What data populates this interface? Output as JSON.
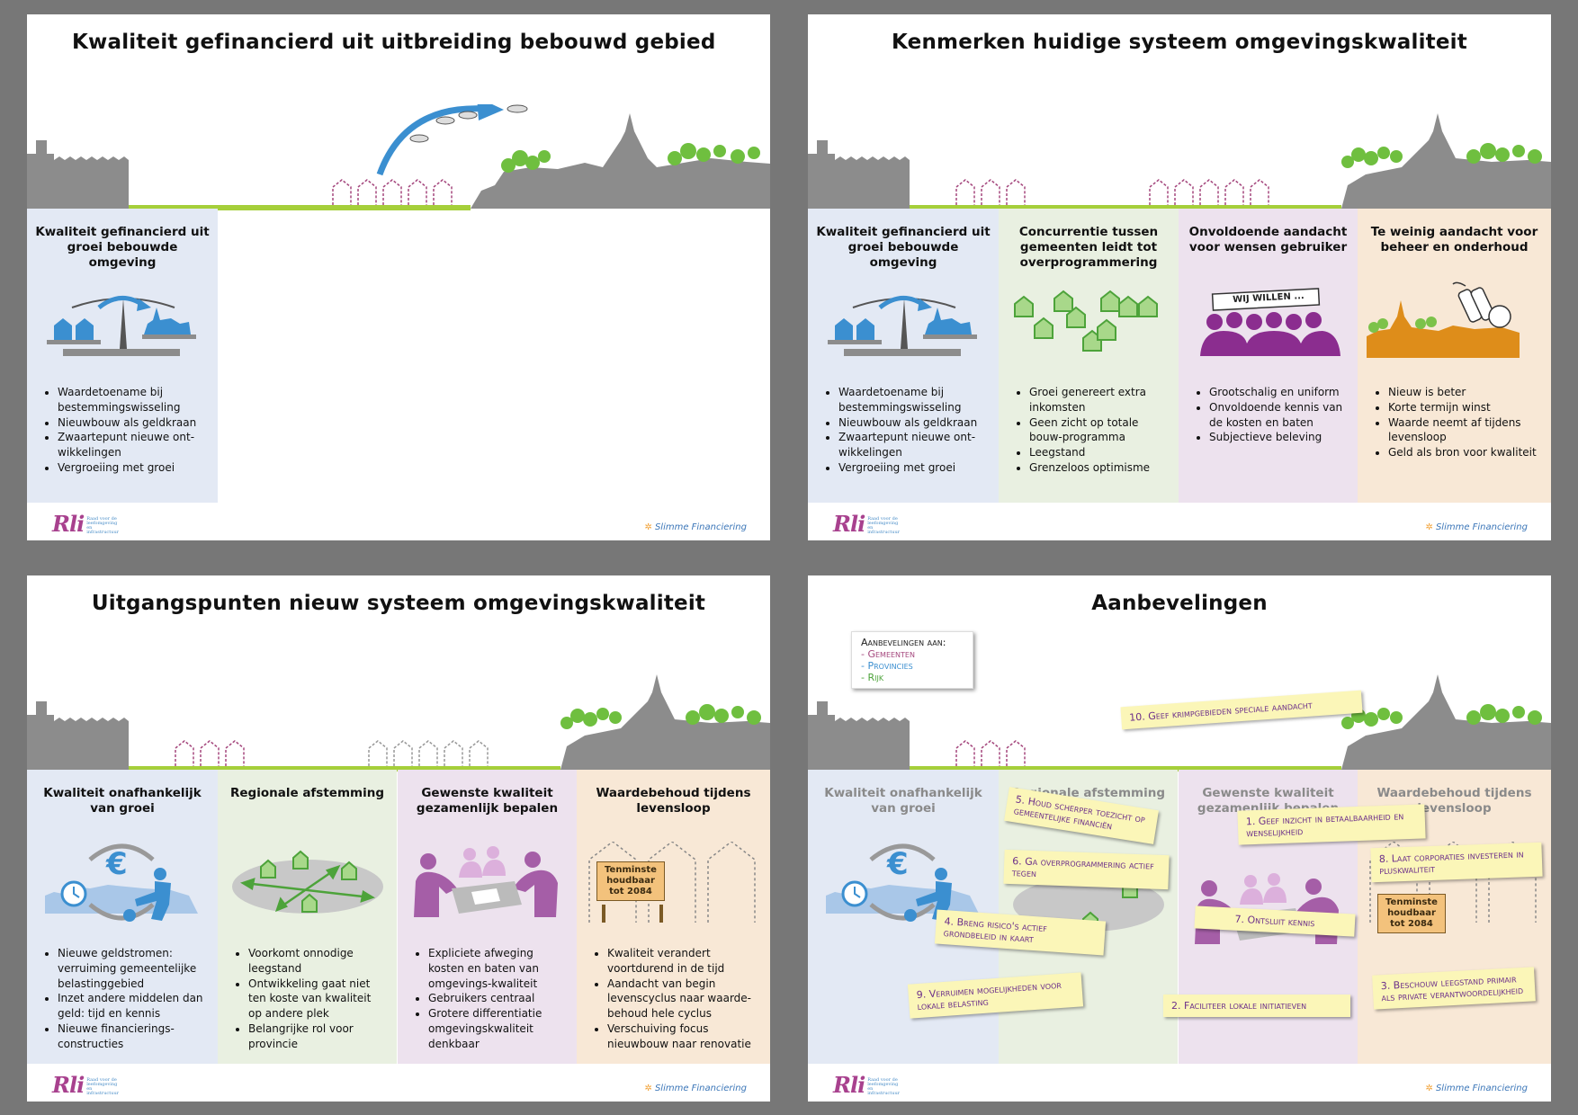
{
  "slides": [
    {
      "title": "Kwaliteit gefinancierd uit uitbreiding bebouwd gebied",
      "columns": [
        {
          "heading": "Kwaliteit gefinancierd uit groei bebouwde omgeving",
          "bullets": [
            "Waardetoename bij bestemmingswisseling",
            "Nieuwbouw als geldkraan",
            "Zwaartepunt nieuwe ont-wikkelingen",
            "Vergroeiing met groei"
          ]
        }
      ]
    },
    {
      "title": "Kenmerken huidige systeem omgevingskwaliteit",
      "columns": [
        {
          "heading": "Kwaliteit gefinancierd uit groei bebouwde omgeving",
          "bullets": [
            "Waardetoename bij bestemmingswisseling",
            "Nieuwbouw als geldkraan",
            "Zwaartepunt nieuwe ont-wikkelingen",
            "Vergroeiing met groei"
          ]
        },
        {
          "heading": "Concurrentie tussen gemeenten leidt tot overprogrammering",
          "bullets": [
            "Groei genereert extra inkomsten",
            "Geen zicht op totale bouw-programma",
            "Leegstand",
            "Grenzeloos optimisme"
          ]
        },
        {
          "heading": "Onvoldoende aandacht voor wensen gebruiker",
          "banner": "WIJ WILLEN ...",
          "bullets": [
            "Grootschalig en uniform",
            "Onvoldoende kennis van de kosten en baten",
            "Subjectieve beleving"
          ]
        },
        {
          "heading": "Te weinig aandacht voor beheer en onderhoud",
          "bullets": [
            "Nieuw is beter",
            "Korte termijn winst",
            "Waarde neemt af tijdens levensloop",
            "Geld als bron voor kwaliteit"
          ]
        }
      ]
    },
    {
      "title": "Uitgangspunten nieuw systeem omgevingskwaliteit",
      "columns": [
        {
          "heading": "Kwaliteit onafhankelijk van groei",
          "bullets": [
            "Nieuwe geldstromen: verruiming gemeentelijke belastinggebied",
            "Inzet andere middelen dan geld: tijd en kennis",
            "Nieuwe financierings-constructies"
          ]
        },
        {
          "heading": "Regionale afstemming",
          "bullets": [
            "Voorkomt onnodige leegstand",
            "Ontwikkeling gaat niet ten koste van kwaliteit op andere plek",
            "Belangrijke rol voor provincie"
          ]
        },
        {
          "heading": "Gewenste kwaliteit gezamenlijk bepalen",
          "bullets": [
            "Expliciete afweging kosten en baten van omgevings-kwaliteit",
            "Gebruikers centraal",
            "Grotere differentiatie omgevingskwaliteit denkbaar"
          ]
        },
        {
          "heading": "Waardebehoud tijdens levensloop",
          "sign": "Tenminste houdbaar tot 2084",
          "bullets": [
            "Kwaliteit verandert voortdurend in de tijd",
            "Aandacht van begin levenscyclus naar waarde-behoud hele cyclus",
            "Verschuiving focus nieuwbouw naar renovatie"
          ]
        }
      ]
    },
    {
      "title": "Aanbevelingen",
      "legend": {
        "title": "Aanbevelingen aan:",
        "items": [
          "- Gemeenten",
          "- Provincies",
          "- Rijk"
        ]
      },
      "columns": [
        {
          "heading": "Kwaliteit onafhankelijk van groei"
        },
        {
          "heading": "Regionale afstemming"
        },
        {
          "heading": "Gewenste kwaliteit gezamenlijk bepalen"
        },
        {
          "heading": "Waardebehoud tijdens levensloop",
          "sign": "Tenminste houdbaar tot 2084"
        }
      ],
      "notes": [
        "10. Geef krimpgebieden speciale aandacht",
        "5. Houd scherper toezicht op gemeentelijke financiën",
        "6. Ga overprogrammering actief tegen",
        "4. Breng risico's actief grondbeleid in kaart",
        "9. Verruimen mogelijkheden voor lokale belasting",
        "2. Faciliteer lokale initiatieven",
        "1. Geef inzicht in betaalbaarheid en wenselijkheid",
        "7. Ontsluit kennis",
        "8. Laat corporaties investeren in pluskwaliteit",
        "3. Beschouw leegstand primair als private verantwoordelijkheid"
      ]
    }
  ],
  "footer": {
    "logo": "Rli",
    "logo_sub": "Raad voor de leefomgeving en infrastructuur",
    "brand": "Slimme Financiering"
  },
  "colors": {
    "blue": "#3b8fd0",
    "green": "#8dc63f",
    "purple": "#a55ea7",
    "orange": "#de8d1a",
    "gray": "#8c8c8c",
    "ground": "#a5cf3a"
  }
}
